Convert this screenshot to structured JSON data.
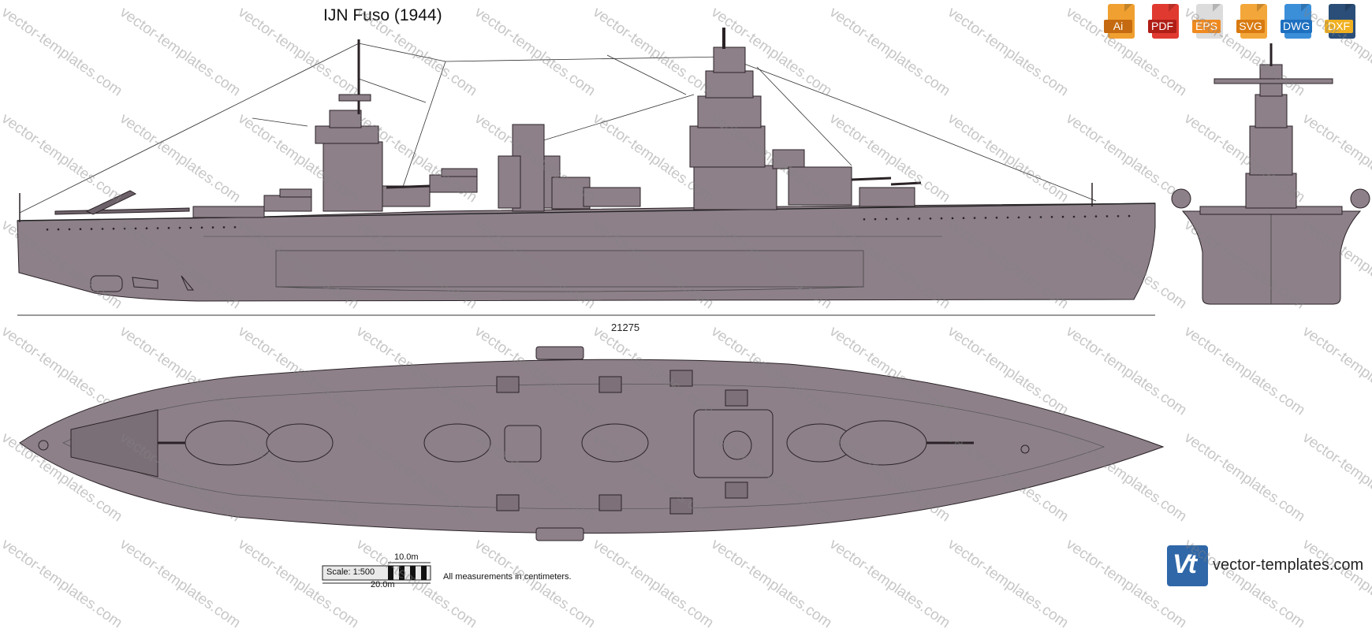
{
  "title": "IJN Fuso (1944)",
  "formats": [
    {
      "label": "Ai",
      "icon": "ai-file-icon",
      "color": "#f0a030",
      "label_bg": "#c56a10"
    },
    {
      "label": "PDF",
      "icon": "pdf-file-icon",
      "color": "#e03a30",
      "label_bg": "#b01e16"
    },
    {
      "label": "EPS",
      "icon": "eps-file-icon",
      "color": "#dcdcdc",
      "label_bg": "#f08a20"
    },
    {
      "label": "SVG",
      "icon": "svg-file-icon",
      "color": "#f3a73a",
      "label_bg": "#d97a10"
    },
    {
      "label": "DWG",
      "icon": "dwg-file-icon",
      "color": "#3b8ed8",
      "label_bg": "#1d6fbf"
    },
    {
      "label": "DXF",
      "icon": "dxf-file-icon",
      "color": "#2a4e78",
      "label_bg": "#f0b020"
    }
  ],
  "dimension": "21275",
  "scale": {
    "label": "Scale: 1:500",
    "small": "10.0m",
    "large": "20.0m"
  },
  "note": "All measurements in centimeters.",
  "brand": {
    "logo": "Vt",
    "name": "vector-templates.com"
  },
  "watermark": "vector-templates.com",
  "colors": {
    "hull": "#8d8089",
    "outline": "#2a2226",
    "accent": "#2f67a8"
  }
}
